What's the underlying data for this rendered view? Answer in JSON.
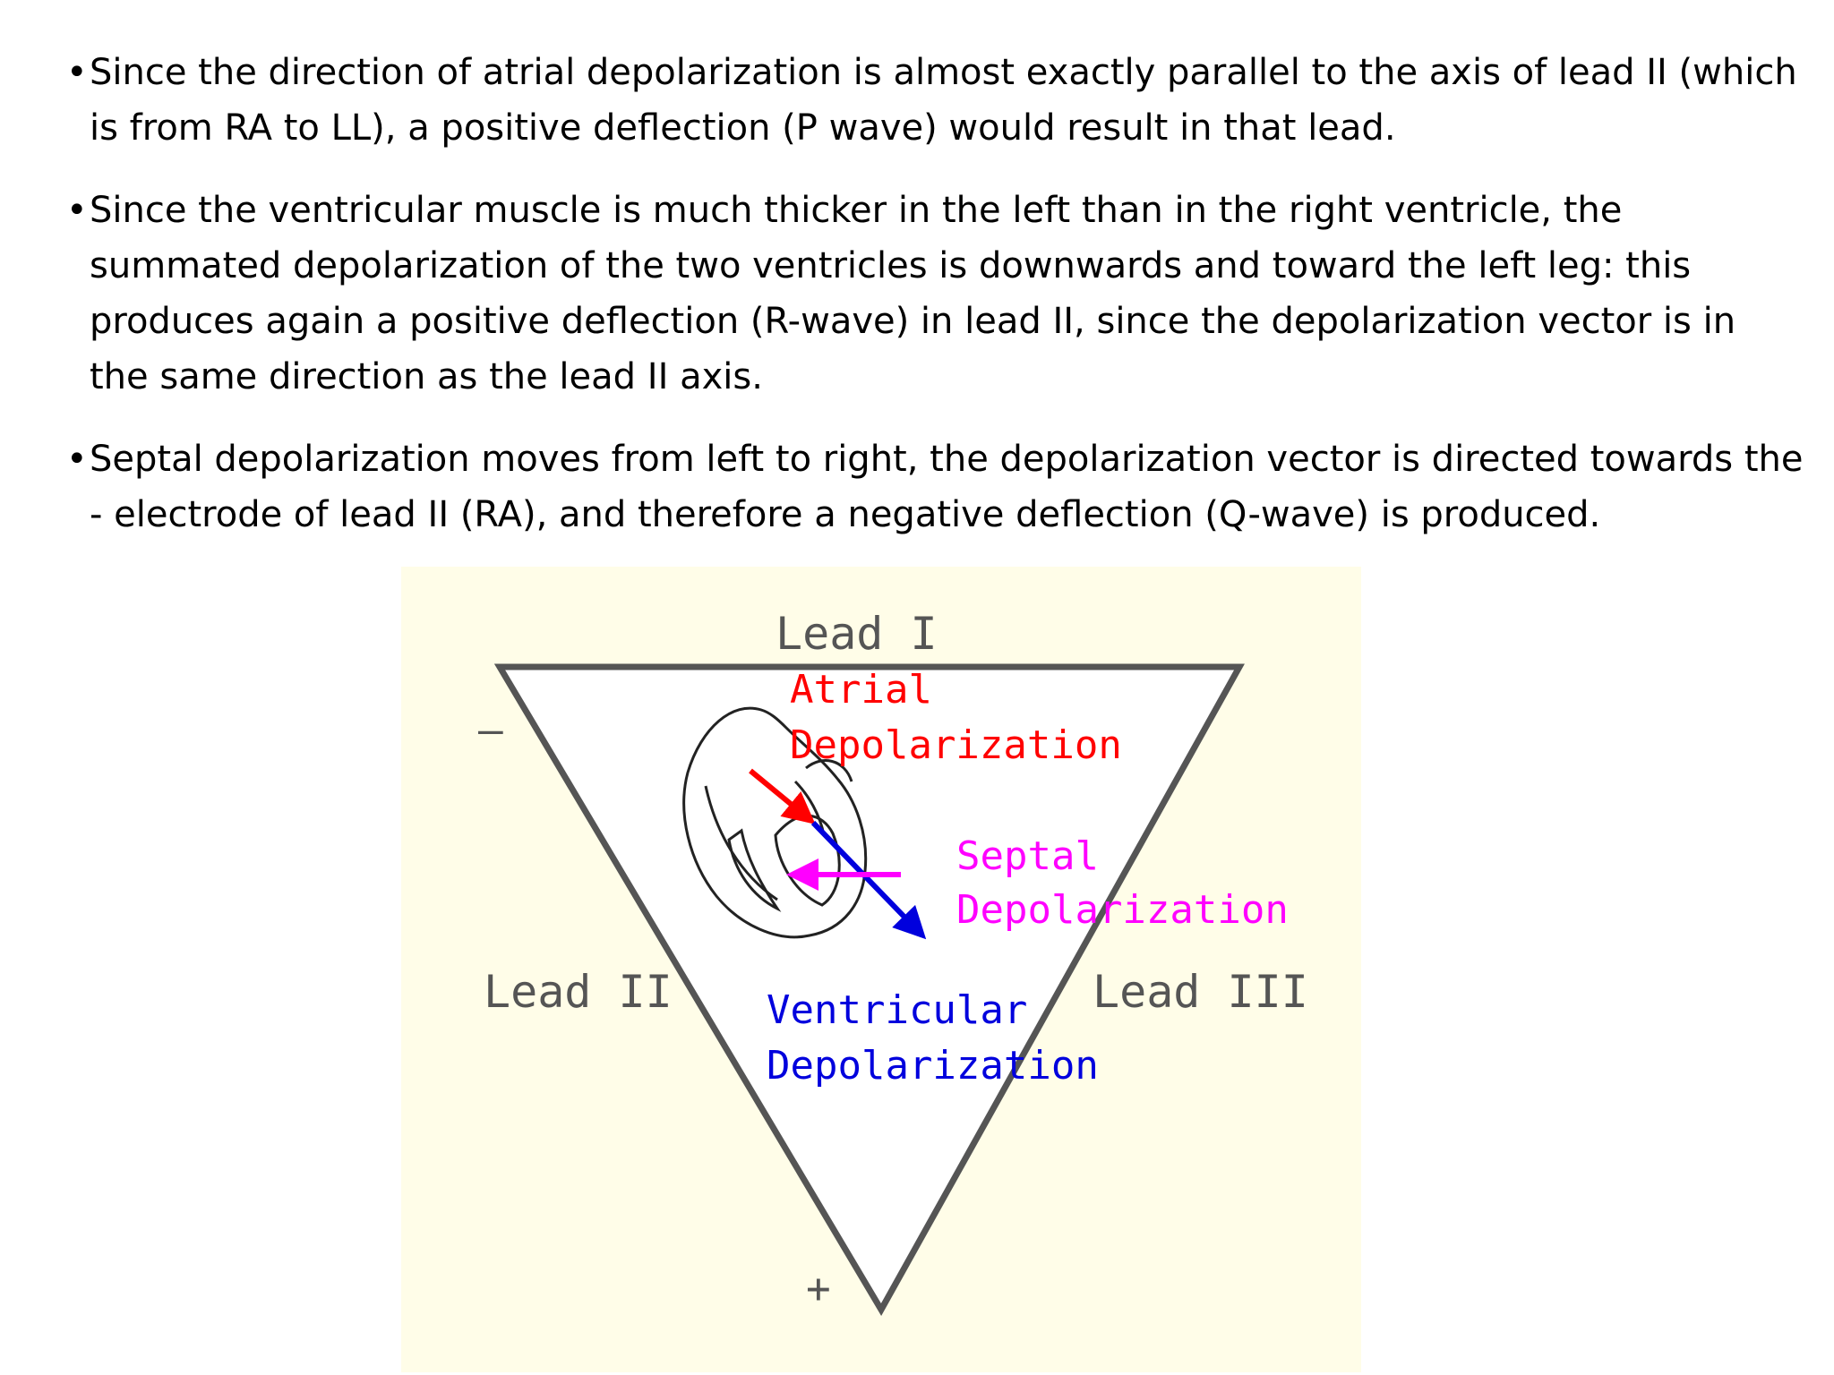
{
  "bullets": [
    "Since the direction of atrial depolarization is almost exactly parallel to the axis of lead II (which is from RA to LL), a positive deflection (P wave) would result in that lead.",
    "Since the ventricular muscle is much thicker in the left than in the right ventricle, the summated depolarization of the two ventricles is downwards and toward the left leg:   this produces again a positive deflection (R-wave) in lead II, since the depolarization vector is in the same direction as the lead II axis.",
    "Septal depolarization moves from left to right, the depolarization vector is directed towards the - electrode of lead II (RA), and therefore a negative deflection (Q-wave) is produced."
  ],
  "diagram": {
    "lead_i": "Lead I",
    "lead_ii": "Lead II",
    "lead_iii": "Lead III",
    "minus_sign": "–",
    "plus_sign": "+",
    "atrial_line1": "Atrial",
    "atrial_line2": "Depolarization",
    "septal_line1": "Septal",
    "septal_line2": "Depolarization",
    "ventricular_line1": "Ventricular",
    "ventricular_line2": "Depolarization"
  },
  "colors": {
    "panel_bg": "#fffde8",
    "triangle": "#555555",
    "label_gray": "#555555",
    "atrial": "#ff0000",
    "septal": "#ff00ff",
    "ventricular": "#0000dd"
  }
}
